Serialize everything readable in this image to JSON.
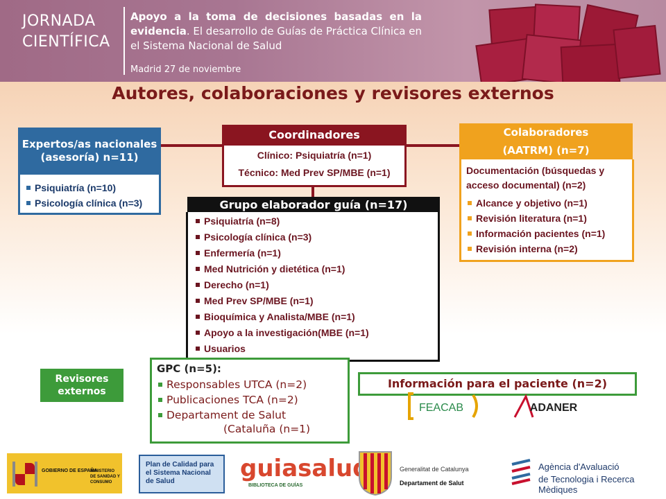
{
  "header": {
    "event_line1": "JORNADA",
    "event_line2": "CIENTÍFICA",
    "subtitle_bold": "Apoyo a la toma de decisiones basadas en la evidencia",
    "subtitle_rest": ". El desarrollo de Guías de Práctica Clínica en el Sistema Nacional de Salud",
    "date": "Madrid 27 de noviembre"
  },
  "title": "Autores, colaboraciones y revisores externos",
  "expertos": {
    "title": "Expertos/as nacionales (asesoría) n=11)",
    "items": [
      "Psiquiatría (n=10)",
      "Psicología clínica (n=3)"
    ]
  },
  "coordinadores": {
    "title": "Coordinadores",
    "lines": [
      "Clínico: Psiquiatría (n=1)",
      "Técnico: Med Prev SP/MBE (n=1)"
    ]
  },
  "colaboradores": {
    "title_line1": "Colaboradores",
    "title_line2": "(AATRM) (n=7)",
    "intro": "Documentación (búsquedas y acceso documental) (n=2)",
    "items": [
      "Alcance y objetivo (n=1)",
      "Revisión literatura (n=1)",
      "Información pacientes (n=1)",
      "Revisión interna (n=2)"
    ]
  },
  "grupo": {
    "title": "Grupo elaborador guía (n=17)",
    "items": [
      "Psiquiatría (n=8)",
      "Psicología clínica (n=3)",
      "Enfermería (n=1)",
      "Med Nutrición y dietética (n=1)",
      "Derecho (n=1)",
      "Med Prev SP/MBE (n=1)",
      "Bioquímica y Analista/MBE (n=1)",
      "Apoyo a la investigación(MBE (n=1)",
      "Usuarios"
    ]
  },
  "revisores": {
    "label": "Revisores externos",
    "gpc_title": "GPC (n=5):",
    "gpc_items": [
      "Responsables UTCA (n=2)",
      "Publicaciones TCA (n=2)",
      "Departament de Salut"
    ],
    "gpc_last": "(Cataluña (n=1)",
    "info_paciente": "Información para el paciente (n=2)"
  },
  "partners": {
    "feacab": "FEACAB",
    "adaner": "ADANER"
  },
  "footer": {
    "gob_left": "GOBIERNO DE ESPAÑA",
    "gob_right": "MINISTERIO DE SANIDAD Y CONSUMO",
    "plan": "Plan de Calidad para el Sistema Nacional de Salud",
    "guiasalud": "guiasalud",
    "guiasalud_sub": "BIBLIOTECA DE GUÍAS",
    "gencat1": "Generalitat de Catalunya",
    "gencat2": "Departament de Salut",
    "aatrm1": "Agència d'Avaluació",
    "aatrm2": "de Tecnologia i Recerca Mèdiques"
  },
  "colors": {
    "maroon": "#8a1520",
    "blue": "#2f6aa0",
    "orange": "#f0a21e",
    "green": "#3d9b3a"
  }
}
